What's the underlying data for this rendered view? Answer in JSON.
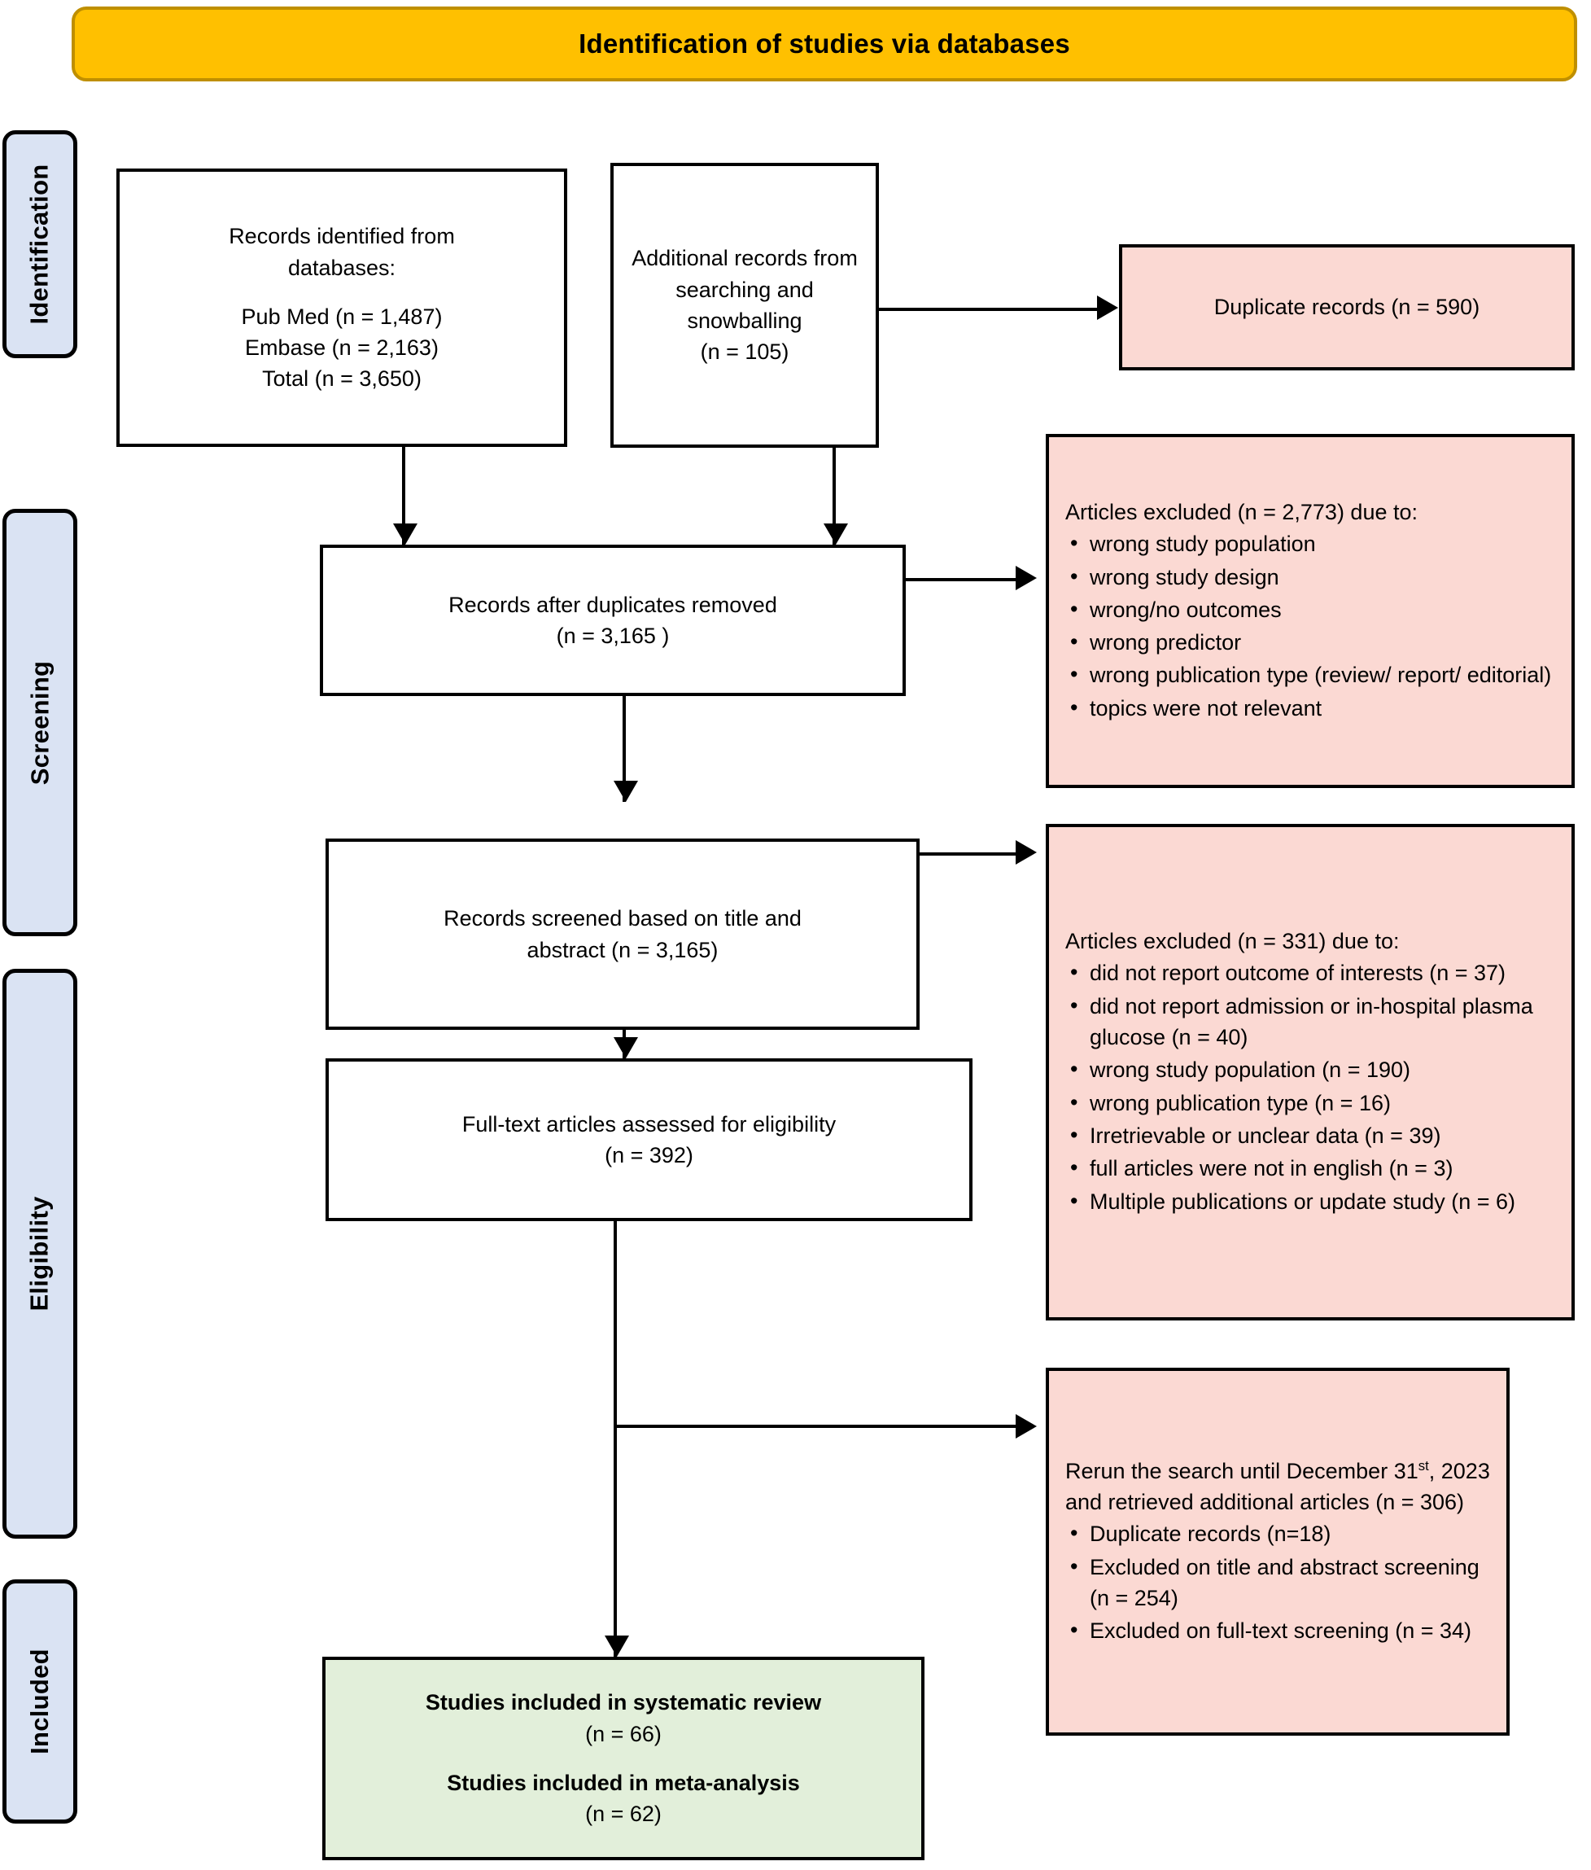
{
  "banner": {
    "title": "Identification of studies via databases"
  },
  "stages": [
    {
      "label": "Identification"
    },
    {
      "label": "Screening"
    },
    {
      "label": "Eligibility"
    },
    {
      "label": "Included"
    }
  ],
  "boxes": {
    "identified": {
      "line1": "Records identified from",
      "line2": "databases:",
      "line3": "Pub Med (n = 1,487)",
      "line4": "Embase (n = 2,163)",
      "line5": "Total (n = 3,650)"
    },
    "additional": {
      "line1": "Additional records from",
      "line2": "searching and",
      "line3": "snowballing",
      "line4": "(n = 105)"
    },
    "duplicates": {
      "line1": "Duplicate records (n = 590)"
    },
    "after_duplicates": {
      "line1": "Records after duplicates removed",
      "line2": "(n = 3,165 )"
    },
    "excluded_2773": {
      "lead": "Articles excluded (n = 2,773) due to:",
      "items": [
        "wrong study population",
        "wrong study design",
        "wrong/no outcomes",
        "wrong predictor",
        "wrong publication type (review/ report/ editorial)",
        "topics were not relevant"
      ]
    },
    "screened": {
      "line1": "Records screened based on title and",
      "line2": "abstract (n = 3,165)"
    },
    "excluded_331": {
      "lead": "Articles excluded (n = 331) due to:",
      "items": [
        "did not report outcome of interests (n = 37)",
        "did not report admission or in-hospital plasma glucose (n = 40)",
        "wrong study population (n = 190)",
        "wrong publication type (n = 16)",
        "Irretrievable or unclear data (n = 39)",
        "full articles were not in english (n = 3)",
        "Multiple publications or update study (n = 6)"
      ]
    },
    "fulltext": {
      "line1": "Full-text articles assessed for eligibility",
      "line2": "(n = 392)"
    },
    "rerun": {
      "lead_a": "Rerun the search until December 31",
      "lead_sup": "st",
      "lead_b": ", 2023 and retrieved additional articles (n = 306)",
      "items": [
        "Duplicate records (n=18)",
        "Excluded on title and abstract screening (n = 254)",
        "Excluded on full-text screening (n = 34)"
      ]
    },
    "included": {
      "line1": "Studies included in systematic review",
      "line2": "(n = 66)",
      "line3": "Studies included in meta-analysis",
      "line4": "(n = 62)"
    }
  },
  "colors": {
    "banner_fill": "#FFC000",
    "banner_border": "#BF8F00",
    "stage_fill": "#DAE3F3",
    "exclusion_fill": "#FBD9D3",
    "included_fill": "#E2EFDA",
    "line": "#000000"
  }
}
